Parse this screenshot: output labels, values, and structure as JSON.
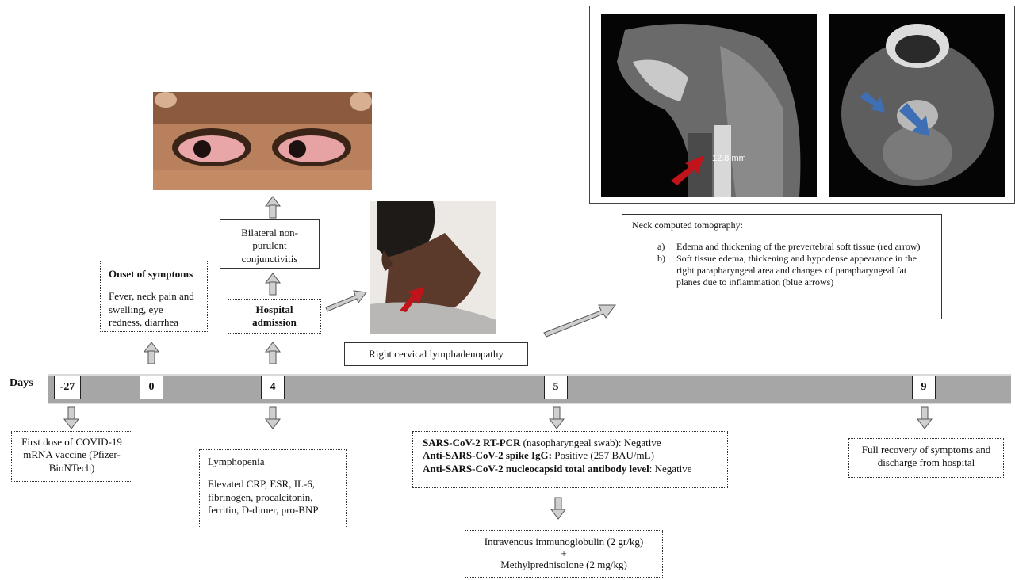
{
  "timeline": {
    "axis_label": "Days",
    "days": [
      "-27",
      "0",
      "4",
      "5",
      "9"
    ]
  },
  "events": {
    "vaccine": "First dose of COVID-19 mRNA vaccine (Pfizer-BioNTech)",
    "onset_title": "Onset of symptoms",
    "onset_body": "Fever, neck pain and swelling, eye redness, diarrhea",
    "conjunctivitis": "Bilateral non-purulent conjunctivitis",
    "admission": "Hospital admission",
    "lymphadenopathy": "Right cervical lymphadenopathy",
    "labs_title": "Lymphopenia",
    "labs_body": "Elevated CRP, ESR, IL-6, fibrinogen, procalcitonin, ferritin, D-dimer, pro-BNP",
    "pcr_bold": "SARS-CoV-2 RT-PCR",
    "pcr_rest": " (nasopharyngeal swab): Negative",
    "igg_bold": "Anti-SARS-CoV-2 spike IgG:",
    "igg_rest": " Positive (257 BAU/mL)",
    "nuc_bold": "Anti-SARS-CoV-2 nucleocapsid total antibody level",
    "nuc_rest": ": Negative",
    "treatment_1": "Intravenous immunoglobulin (2 gr/kg)",
    "treatment_plus": "+",
    "treatment_2": "Methylprednisolone (2 mg/kg)",
    "recovery": "Full recovery of symptoms and discharge from hospital"
  },
  "ct": {
    "title": "Neck computed tomography:",
    "item_a_marker": "a)",
    "item_a": "Edema and thickening of the prevertebral soft tissue (red arrow)",
    "item_b_marker": "b)",
    "item_b": "Soft tissue edema, thickening and hypodense appearance in the right parapharyngeal area and changes of parapharyngeal fat planes due to inflammation (blue arrows)",
    "measurement": "12.8 mm"
  },
  "colors": {
    "red_arrow": "#c0141a",
    "blue_arrow": "#3e6fb5",
    "timeline": "#a6a6a6",
    "arrow_fill": "#c8c8c8"
  }
}
